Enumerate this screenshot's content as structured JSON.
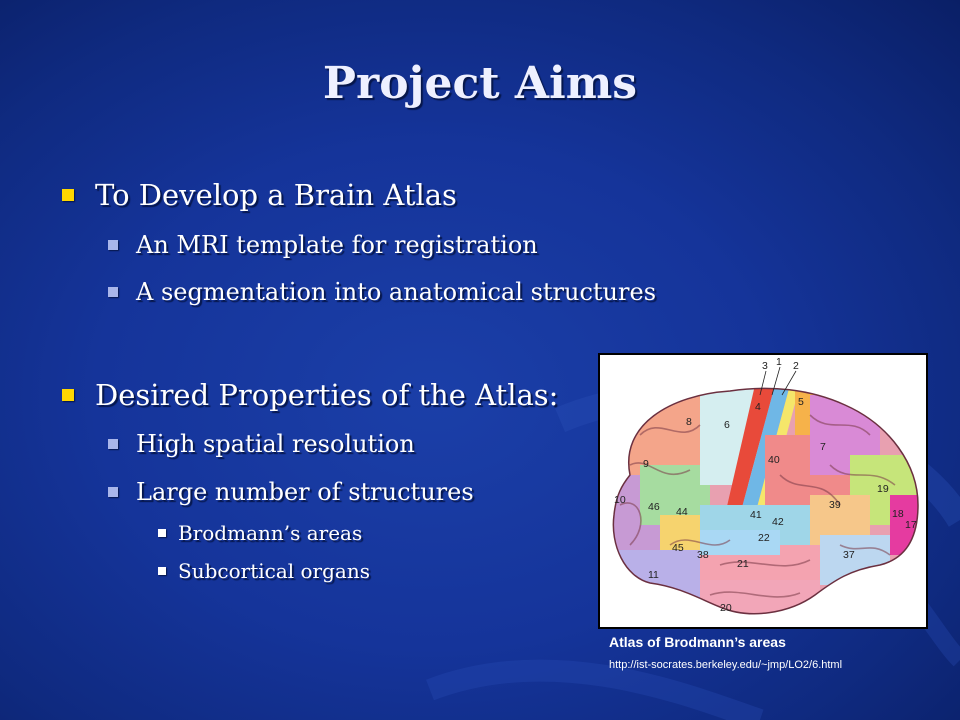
{
  "slide": {
    "title": "Project Aims",
    "sections": [
      {
        "heading": "To Develop a Brain Atlas",
        "items": [
          "An MRI template for registration",
          "A segmentation into anatomical structures"
        ]
      },
      {
        "heading": "Desired Properties of the Atlas:",
        "items": [
          "High spatial resolution",
          "Large number of structures"
        ],
        "subitems": [
          "Brodmann’s areas",
          "Subcortical organs"
        ]
      }
    ]
  },
  "figure": {
    "caption": "Atlas of Brodmann’s areas",
    "source_url": "http://ist-socrates.berkeley.edu/~jmp/LO2/6.html",
    "area_labels": [
      "1",
      "2",
      "3",
      "4",
      "5",
      "6",
      "7",
      "8",
      "9",
      "10",
      "11",
      "17",
      "18",
      "19",
      "20",
      "21",
      "22",
      "37",
      "38",
      "39",
      "40",
      "41",
      "42",
      "44",
      "45",
      "46"
    ]
  },
  "colors": {
    "background": "#15349a",
    "title_text": "#eef0ff",
    "level1_bullet": "#ffd700",
    "level2_bullet": "#a9b6ea",
    "level3_bullet": "#ffffff"
  }
}
